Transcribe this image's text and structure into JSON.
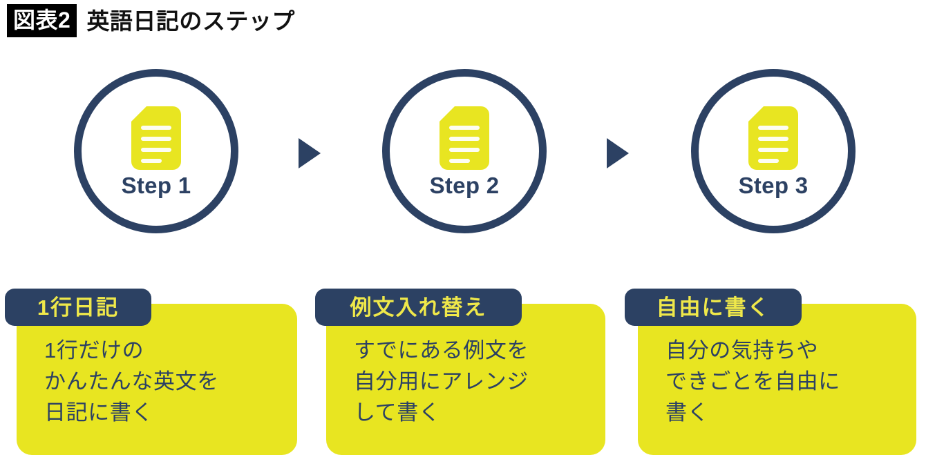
{
  "title": {
    "tag": "図表2",
    "text": "英語日記のステップ"
  },
  "colors": {
    "navy": "#2c4163",
    "yellow": "#e8e521",
    "badge_text_yellow": "#efe84a",
    "background": "#ffffff",
    "title_tag_bg": "#000000",
    "title_tag_text": "#ffffff"
  },
  "steps": [
    {
      "label": "Step 1",
      "icon": "document-icon",
      "badge": "1行日記",
      "body": "1行だけの\nかんたんな英文を\n日記に書く"
    },
    {
      "label": "Step 2",
      "icon": "document-icon",
      "badge": "例文入れ替え",
      "body": "すでにある例文を\n自分用にアレンジ\nして書く"
    },
    {
      "label": "Step 3",
      "icon": "document-icon",
      "badge": "自由に書く",
      "body": "自分の気持ちや\nできごとを自由に\n書く"
    }
  ],
  "arrows": [
    {
      "icon": "arrow-right-icon"
    },
    {
      "icon": "arrow-right-icon"
    }
  ]
}
